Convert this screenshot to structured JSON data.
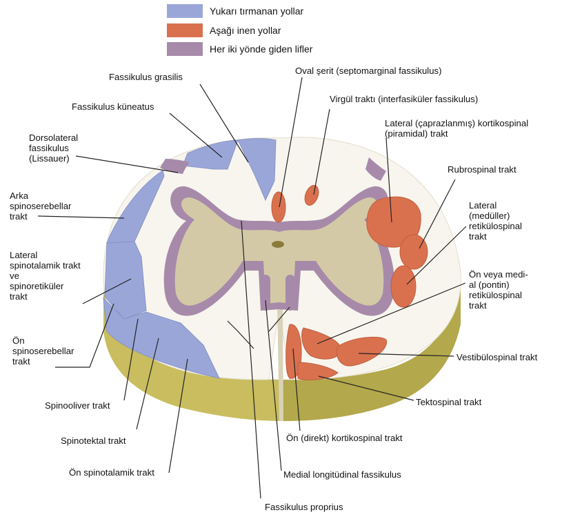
{
  "legend": [
    {
      "label": "Yukarı tırmanan yollar",
      "color": "#9ba6d8"
    },
    {
      "label": "Aşağı inen yollar",
      "color": "#d9714f"
    },
    {
      "label": "Her iki yönde giden lifler",
      "color": "#a78aaa"
    }
  ],
  "colors": {
    "white_matter": "#f7f5ee",
    "gray_matter": "#d4c9a6",
    "gray_rim": "#a58fa6",
    "side_gold": "#c9bd5f",
    "side_gold_dark": "#b3a84b",
    "ascending": "#9ba6d8",
    "descending": "#d9714f"
  },
  "labels": {
    "fassikulus_grasilis": "Fassikulus grasilis",
    "fassikulus_kuneatus": "Fassikulus küneatus",
    "dorsolateral": "Dorsolateral\nfassikulus\n(Lissauer)",
    "arka_spinoserebellar": "Arka\nspinoserebellar\ntrakt",
    "lateral_spinotalamik": "Lateral\nspinotalamik trakt\nve\nspinoretiküler\ntrakt",
    "on_spinoserebellar": "Ön\nspinoserebellar\ntrakt",
    "spinooliver": "Spinooliver trakt",
    "spinotektal": "Spinotektal trakt",
    "on_spinotalamik": "Ön spinotalamik trakt",
    "fassikulus_proprius": "Fassikulus proprius",
    "medial_longitudinal": "Medial longitüdinal fassikulus",
    "on_direkt": "Ön (direkt) kortikospinal trakt",
    "tektospinal": "Tektospinal trakt",
    "vestibulospinal": "Vestibülospinal trakt",
    "on_medial_retikulospinal": "Ön veya medi-\nal (pontin)\nretikülospinal\ntrakt",
    "lateral_retikulospinal": "Lateral\n(medüller)\nretikülospinal\ntrakt",
    "rubrospinal": "Rubrospinal trakt",
    "lateral_kortikospinal": "Lateral (çaprazlanmış) kortikospinal\n(piramidal) trakt",
    "virgul": "Virgül traktı (interfasiküler fassikulus)",
    "oval": "Oval şerit (septomarginal fassikulus)"
  }
}
